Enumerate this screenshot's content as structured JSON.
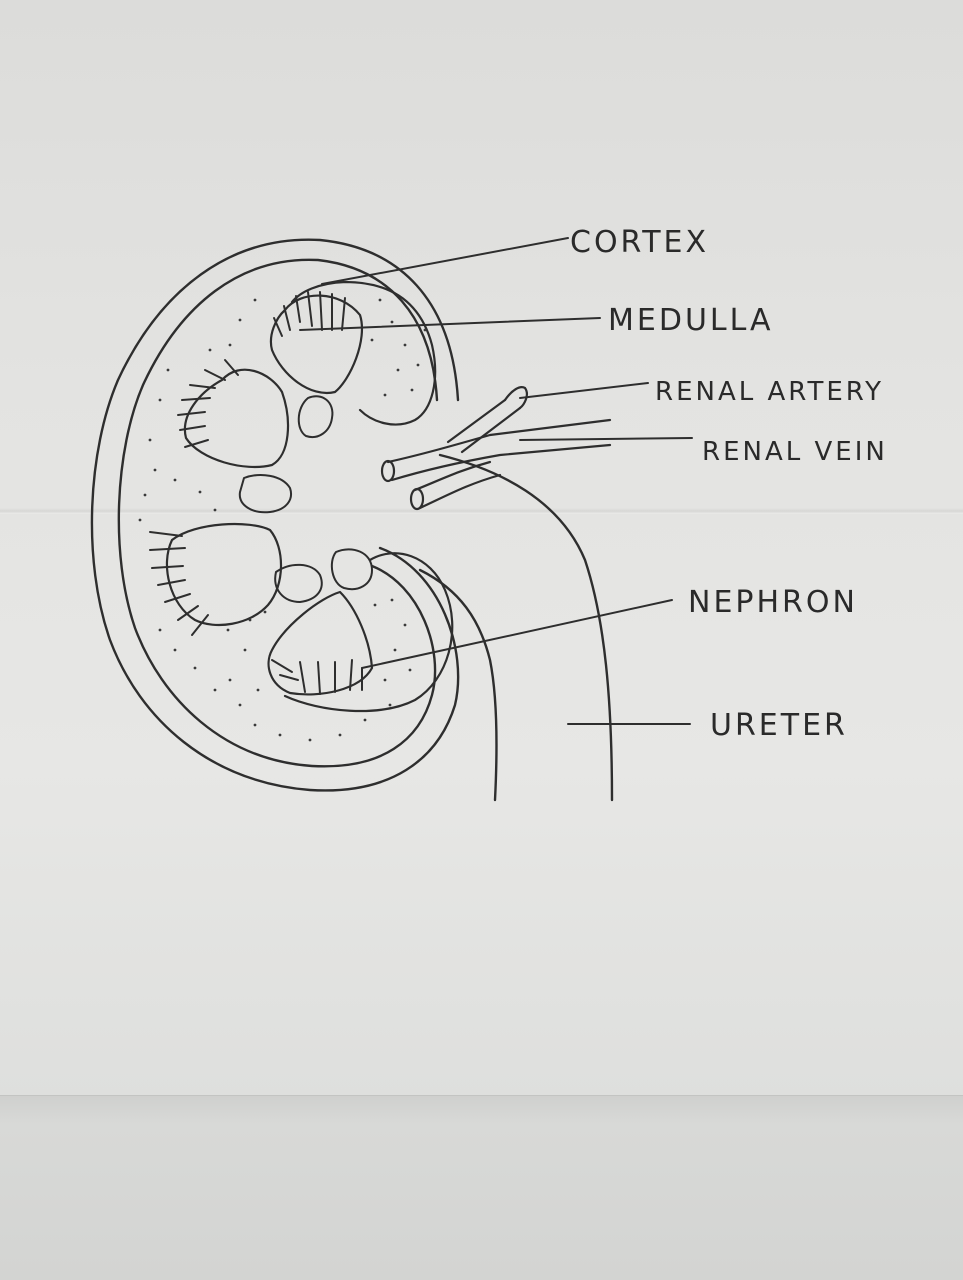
{
  "diagram": {
    "labels": {
      "cortex": "CORTEX",
      "medulla": "MEDULLA",
      "renal_artery": "RENAL ARTERY",
      "renal_vein": "RENAL VEIN",
      "nephron": "NEPHRON",
      "ureter": "URETER"
    }
  },
  "colors": {
    "ink": "#2e2e2e",
    "paper": "#e3e3e1"
  }
}
